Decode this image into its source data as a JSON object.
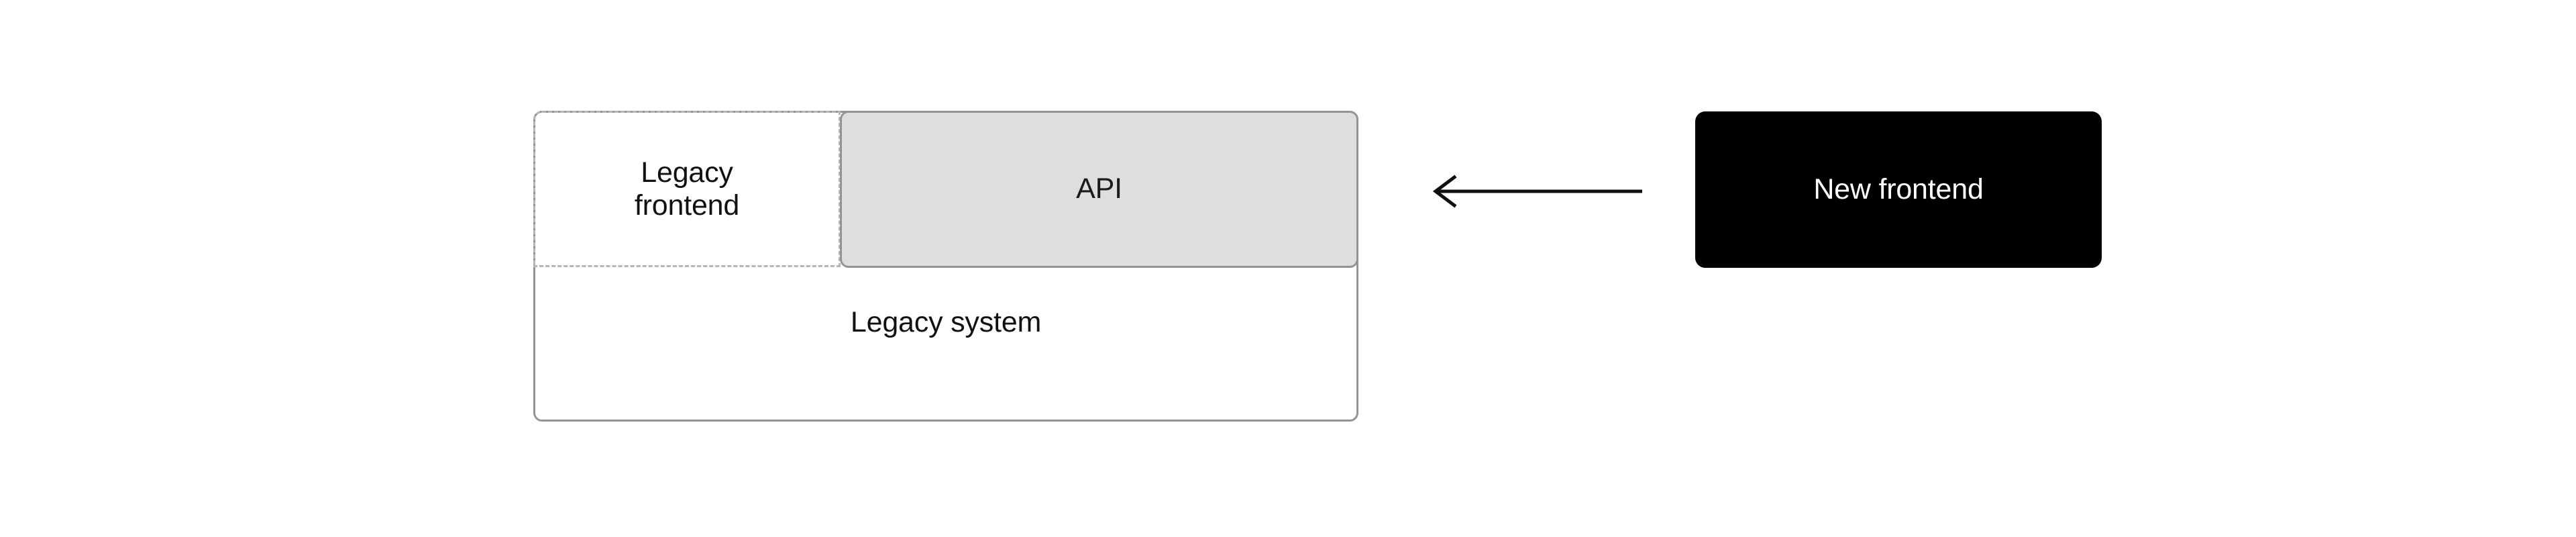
{
  "diagram": {
    "background_color": "#ffffff",
    "nodes": {
      "legacy_system": {
        "label": "Legacy system",
        "fill": "#ffffff",
        "stroke": "#949494",
        "style": "solid-rounded"
      },
      "legacy_frontend": {
        "label": "Legacy\nfrontend",
        "fill": "transparent",
        "stroke": "#b6b6b6",
        "style": "dashed"
      },
      "api": {
        "label": "API",
        "fill": "#dedede",
        "stroke": "#949494",
        "style": "solid-rounded"
      },
      "new_frontend": {
        "label": "New frontend",
        "fill": "#000000",
        "text_color": "#ffffff",
        "style": "solid-rounded-filled"
      }
    },
    "connectors": [
      {
        "name": "new-frontend-to-api-arrow",
        "from": "new_frontend",
        "to": "api",
        "direction": "left",
        "color": "#101010",
        "head": "open-v"
      }
    ]
  }
}
